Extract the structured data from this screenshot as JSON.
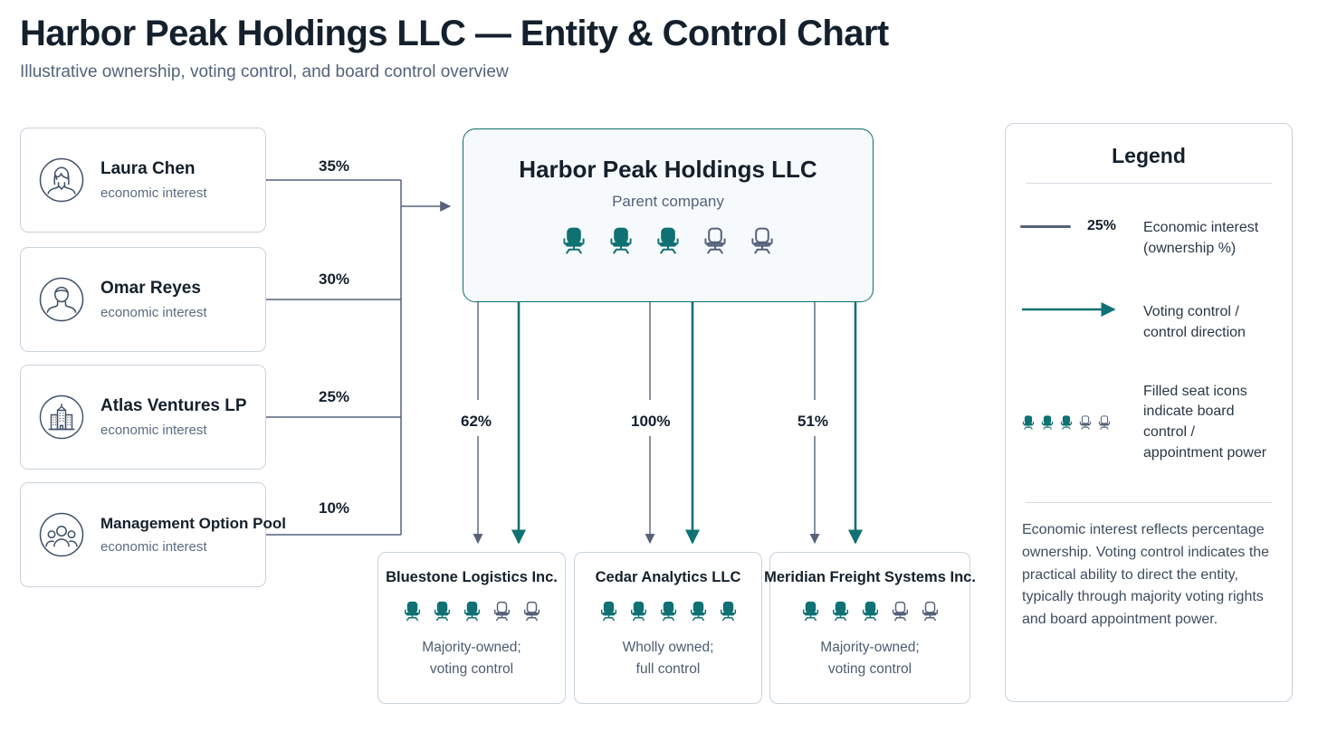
{
  "header": {
    "title": "Harbor Peak Holdings LLC — Entity & Control Chart",
    "subtitle": "Illustrative ownership, voting control, and board control overview"
  },
  "colors": {
    "teal": "#0f7173",
    "slate": "#55627a",
    "card_border": "#c9d2dd",
    "parent_border": "#0f6e70",
    "parent_fill": "#f7fafc",
    "seat_empty": "#55627a"
  },
  "owners": [
    {
      "name": "Laura Chen",
      "role": "economic interest",
      "icon": "person-female-icon",
      "percent": "35%"
    },
    {
      "name": "Omar Reyes",
      "role": "economic interest",
      "icon": "person-male-icon",
      "percent": "30%"
    },
    {
      "name": "Atlas Ventures LP",
      "role": "economic interest",
      "icon": "building-icon",
      "percent": "25%"
    },
    {
      "name": "Management Option Pool",
      "role": "economic interest",
      "icon": "people-group-icon",
      "percent": "10%"
    }
  ],
  "parent": {
    "name": "Harbor Peak Holdings LLC",
    "subtitle": "Parent company",
    "seats_total": 5,
    "seats_filled": 3
  },
  "subsidiaries": [
    {
      "name": "Bluestone Logistics Inc.",
      "percent": "62%",
      "note_line1": "Majority-owned;",
      "note_line2": "voting control",
      "seats_total": 5,
      "seats_filled": 3
    },
    {
      "name": "Cedar Analytics LLC",
      "percent": "100%",
      "note_line1": "Wholly owned;",
      "note_line2": "full control",
      "seats_total": 5,
      "seats_filled": 5
    },
    {
      "name": "Meridian Freight Systems Inc.",
      "percent": "51%",
      "note_line1": "Majority-owned;",
      "note_line2": "voting control",
      "seats_total": 5,
      "seats_filled": 3
    }
  ],
  "legend": {
    "title": "Legend",
    "items": [
      {
        "sample": "line-swatch",
        "pct": "25%",
        "label_line1": "Economic interest",
        "label_line2": "(ownership %)"
      },
      {
        "sample": "arrow-swatch",
        "label_line1": "Voting control /",
        "label_line2": "control direction"
      },
      {
        "sample": "seats-swatch",
        "seats_total": 5,
        "seats_filled": 3,
        "label_line1": "Filled seat icons",
        "label_line2": "indicate board",
        "label_line3": "control /",
        "label_line4": "appointment power"
      }
    ],
    "note": "Economic interest reflects percentage ownership. Voting control indicates the practical ability to direct the entity, typically through majority voting rights and board appointment power."
  }
}
